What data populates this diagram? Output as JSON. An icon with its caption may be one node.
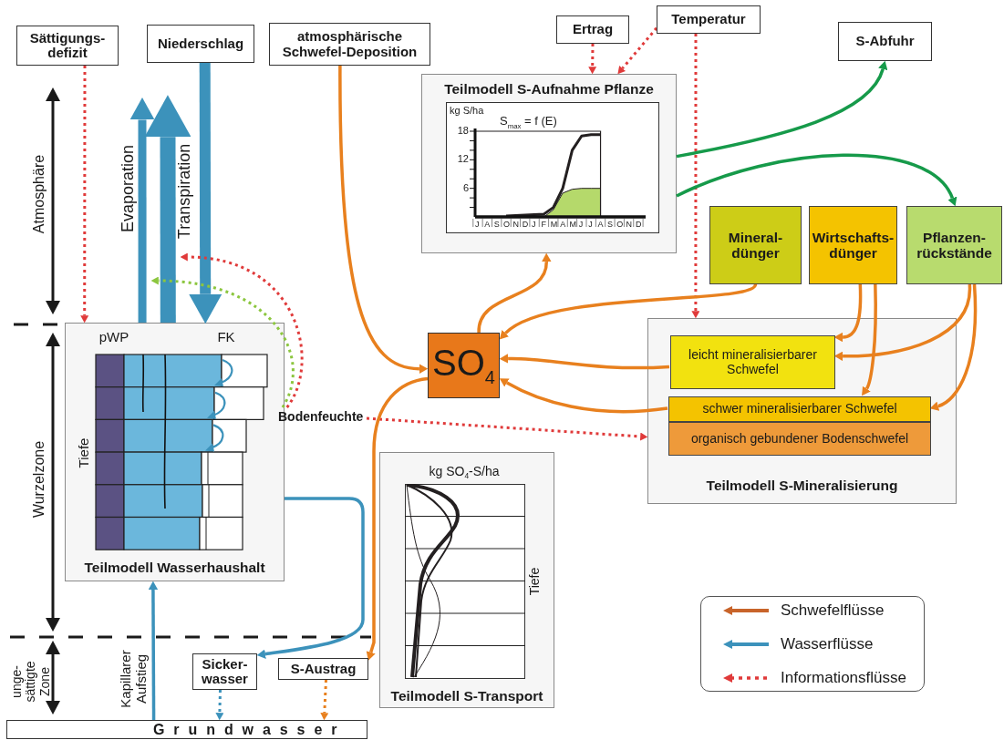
{
  "diagram": {
    "nodes": [
      {
        "text": [
          "Sättigungs- defizit"
        ]
      },
      {
        "text": [
          "Niederschlag"
        ]
      },
      {
        "text": [
          "atmosphärische Schwefel-Deposition"
        ]
      },
      {
        "text": [
          "Ertrag"
        ]
      },
      {
        "text": [
          "Temperatur"
        ]
      },
      {
        "text": [
          "S-Abfuhr"
        ]
      },
      {
        "text": [
          "Teilmodell S-Aufnahme Pflanze"
        ]
      },
      {
        "text": [
          "Mineral- dünger"
        ]
      },
      {
        "text": [
          "Wirtschafts- dünger"
        ]
      },
      {
        "text": [
          "Pflanzen- rückstände"
        ]
      },
      {
        "text": [
          "Teilmodell Wasserhaushalt"
        ]
      },
      {
        "text": [
          "SO$_{4}$"
        ]
      },
      {
        "text": [
          "Teilmodell S-Mineralisierung"
        ]
      },
      {
        "text": [
          "leicht mineralisierbarer Schwefel"
        ],
        "in": 12
      },
      {
        "text": [
          "schwer mineralisierbarer Schwefel"
        ],
        "in": 12
      },
      {
        "text": [
          "organisch gebundener Bodenschwefel"
        ],
        "in": 12
      },
      {
        "text": [
          "Bodenfeuchte"
        ]
      },
      {
        "text": [
          "Teilmodell S-Transport"
        ]
      },
      {
        "text": [
          "Sicker- wasser"
        ]
      },
      {
        "text": [
          "S-Austrag"
        ]
      },
      {
        "text": [
          "Grundwasser"
        ]
      }
    ],
    "edges": [
      {
        "from": 0,
        "to": 10,
        "arrow": "to",
        "style": "dashed",
        "color": "#e03a3a"
      },
      {
        "from": 1,
        "to": 10,
        "arrow": "to",
        "style": "thick",
        "color": "#3c92bb"
      },
      {
        "from": 10,
        "to": null,
        "arrow": "to",
        "style": "thick",
        "color": "#3c92bb",
        "label": "Evaporation"
      },
      {
        "from": 10,
        "to": null,
        "arrow": "to",
        "style": "thick",
        "color": "#3c92bb",
        "label": "Transpiration"
      },
      {
        "from": 16,
        "to": null,
        "arrow": "to",
        "style": "dashed",
        "color": "#e03a3a"
      },
      {
        "from": 16,
        "to": null,
        "arrow": "to",
        "style": "dashed",
        "color": "#8cc63f"
      },
      {
        "from": 16,
        "to": 12,
        "arrow": "to",
        "style": "dashed",
        "color": "#e03a3a"
      },
      {
        "from": 3,
        "to": 6,
        "arrow": "to",
        "style": "dashed",
        "color": "#e03a3a"
      },
      {
        "from": 4,
        "to": 6,
        "arrow": "to",
        "style": "dashed",
        "color": "#e03a3a"
      },
      {
        "from": 4,
        "to": 12,
        "arrow": "to",
        "style": "dashed",
        "color": "#e03a3a"
      },
      {
        "from": 2,
        "to": 11,
        "arrow": "to"
      },
      {
        "from": 11,
        "to": 6,
        "arrow": "to"
      },
      {
        "from": 7,
        "to": 11,
        "arrow": "to"
      },
      {
        "from": 8,
        "to": 13,
        "arrow": "to"
      },
      {
        "from": 8,
        "to": 14,
        "arrow": "to"
      },
      {
        "from": 9,
        "to": 13,
        "arrow": "to"
      },
      {
        "from": 9,
        "to": 14,
        "arrow": "to"
      },
      {
        "from": 13,
        "to": 11,
        "arrow": "to"
      },
      {
        "from": 14,
        "to": 11,
        "arrow": "to"
      },
      {
        "from": 6,
        "to": 5,
        "arrow": "to",
        "color": "#169a4a"
      },
      {
        "from": 6,
        "to": 9,
        "arrow": "to",
        "color": "#169a4a"
      },
      {
        "from": 11,
        "to": 19,
        "arrow": "to"
      },
      {
        "from": 10,
        "to": 18,
        "arrow": "to",
        "color": "#3c92bb"
      },
      {
        "from": 18,
        "to": 20,
        "arrow": "to",
        "style": "dashed",
        "color": "#3c92bb"
      },
      {
        "from": 19,
        "to": 20,
        "arrow": "to",
        "style": "dashed"
      },
      {
        "from": 20,
        "to": 10,
        "arrow": "to",
        "color": "#3c92bb",
        "label": "Kapillarer Aufstieg"
      }
    ],
    "labels": [
      "Atmosphäre",
      "Wurzelzone",
      "unge- sättigte Zone",
      "pWP",
      "FK",
      "Tiefe",
      "kg SO$_{4}$-S/ha",
      "Tiefe"
    ],
    "legend": [
      {
        "text": "Schwefelflüsse"
      },
      {
        "text": "Wasserflüsse"
      },
      {
        "text": "Informationsflüsse"
      }
    ],
    "chart_data": {
      "type": "line",
      "ylabel": "kg S/ha",
      "categories": [
        "J",
        "A",
        "S",
        "O",
        "N",
        "D",
        "J",
        "F",
        "M",
        "A",
        "M",
        "J",
        "J",
        "A",
        "S",
        "O",
        "N",
        "D"
      ],
      "series": [
        {
          "color": "#231f20",
          "values": [
            null,
            null,
            null,
            0.2,
            0.3,
            0.4,
            0.5,
            0.6,
            2,
            6,
            14,
            17,
            17.3,
            17.3,
            null,
            null,
            null,
            null
          ]
        },
        {
          "type": "area",
          "color": "#b5d96b",
          "values": [
            null,
            null,
            null,
            null,
            null,
            null,
            null,
            0,
            1.5,
            5,
            5.8,
            6,
            6,
            6,
            null,
            null,
            null,
            null
          ]
        }
      ],
      "ylim": [
        0,
        18
      ],
      "yticks": [
        6,
        12,
        18
      ],
      "annotations": [
        "S$_{max}$ = f (E)"
      ]
    }
  }
}
